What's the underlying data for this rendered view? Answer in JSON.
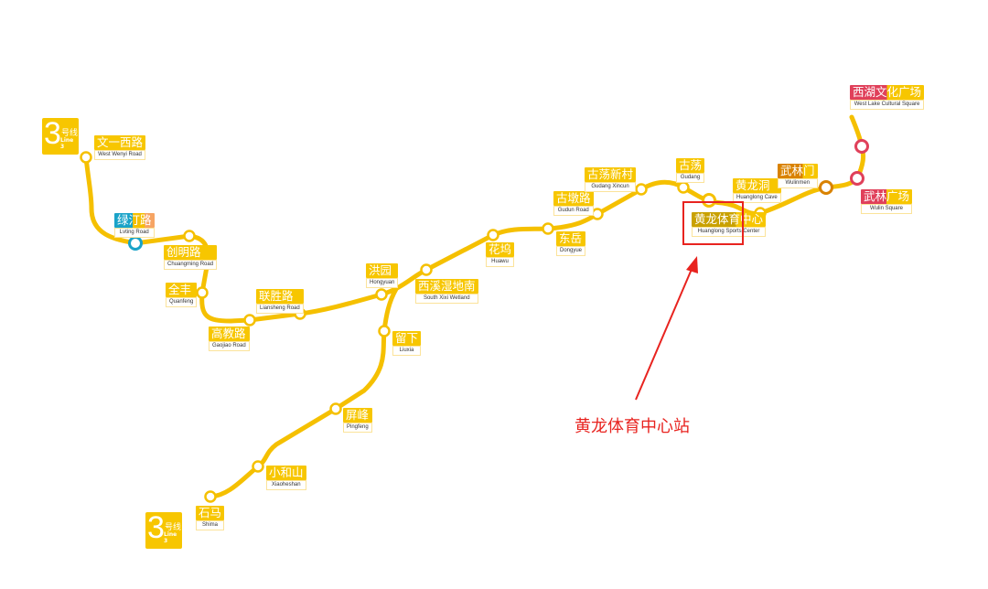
{
  "line": {
    "number": "3",
    "cn": "号线",
    "en": "Line 3",
    "color": "#f5c000"
  },
  "stations": [
    {
      "cn": "文一西路",
      "en": "West Wenyi Road"
    },
    {
      "cn": "绿汀路",
      "en": "Lvting Road",
      "interchange": true
    },
    {
      "cn": "创明路",
      "en": "Chuangming Road"
    },
    {
      "cn": "全丰",
      "en": "Quanfeng"
    },
    {
      "cn": "高教路",
      "en": "Gaojiao Road"
    },
    {
      "cn": "联胜路",
      "en": "Liansheng Road"
    },
    {
      "cn": "洪园",
      "en": "Hongyuan"
    },
    {
      "cn": "西溪湿地南",
      "en": "South Xixi Wetland"
    },
    {
      "cn": "花坞",
      "en": "Huawu"
    },
    {
      "cn": "东岳",
      "en": "Dongyue"
    },
    {
      "cn": "古墩路",
      "en": "Gudun Road"
    },
    {
      "cn": "古荡新村",
      "en": "Gudang Xincun"
    },
    {
      "cn": "古荡",
      "en": "Gudang"
    },
    {
      "cn": "黄龙体育中心",
      "en": "Huanglong Sports Center",
      "interchange": true
    },
    {
      "cn": "黄龙洞",
      "en": "Huanglong Cave"
    },
    {
      "cn": "武林门",
      "en": "Wulinmen",
      "interchange": true
    },
    {
      "cn": "武林广场",
      "en": "Wulin Square",
      "interchange": true
    },
    {
      "cn": "西湖文化广场",
      "en": "West Lake Cultural Square",
      "interchange": true
    },
    {
      "cn": "留下",
      "en": "Liuxia"
    },
    {
      "cn": "屏峰",
      "en": "Pingfeng"
    },
    {
      "cn": "小和山",
      "en": "Xiaoheshan"
    },
    {
      "cn": "石马",
      "en": "Shima"
    }
  ],
  "annotation": {
    "text": "黄龙体育中心站",
    "color": "#e8231f",
    "highlighted_station": "黄龙体育中心"
  }
}
